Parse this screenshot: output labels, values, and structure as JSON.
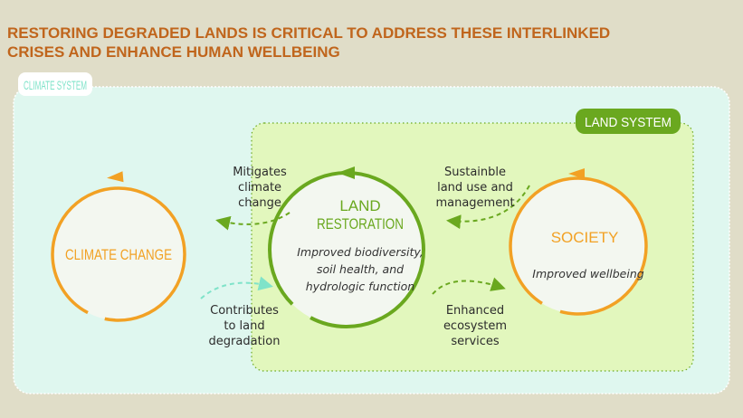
{
  "title": {
    "line1": "RESTORING DEGRADED LANDS IS CRITICAL TO ADDRESS THESE INTERLINKED",
    "line2": "CRISES AND ENHANCE HUMAN WELLBEING"
  },
  "systems": {
    "climate": "CLIMATE SYSTEM",
    "land": "LAND SYSTEM"
  },
  "nodes": {
    "climate_change": {
      "title": "CLIMATE CHANGE"
    },
    "land_restoration": {
      "title1": "LAND",
      "title2": "RESTORATION",
      "desc": [
        "Improved biodiversity,",
        "soil health, and",
        "hydrologic function"
      ]
    },
    "society": {
      "title": "SOCIETY",
      "desc": "Improved wellbeing"
    }
  },
  "links": {
    "mitigates": [
      "Mitigates",
      "climate",
      "change"
    ],
    "sustainable": [
      "Sustainble",
      "land use and",
      "management"
    ],
    "contributes": [
      "Contributes",
      "to land",
      "degradation"
    ],
    "enhanced": [
      "Enhanced",
      "ecosystem",
      "services"
    ]
  },
  "colors": {
    "orange": "#f2a124",
    "green": "#6aa81f",
    "teal": "#7fe3c9",
    "title": "#c0651c"
  }
}
